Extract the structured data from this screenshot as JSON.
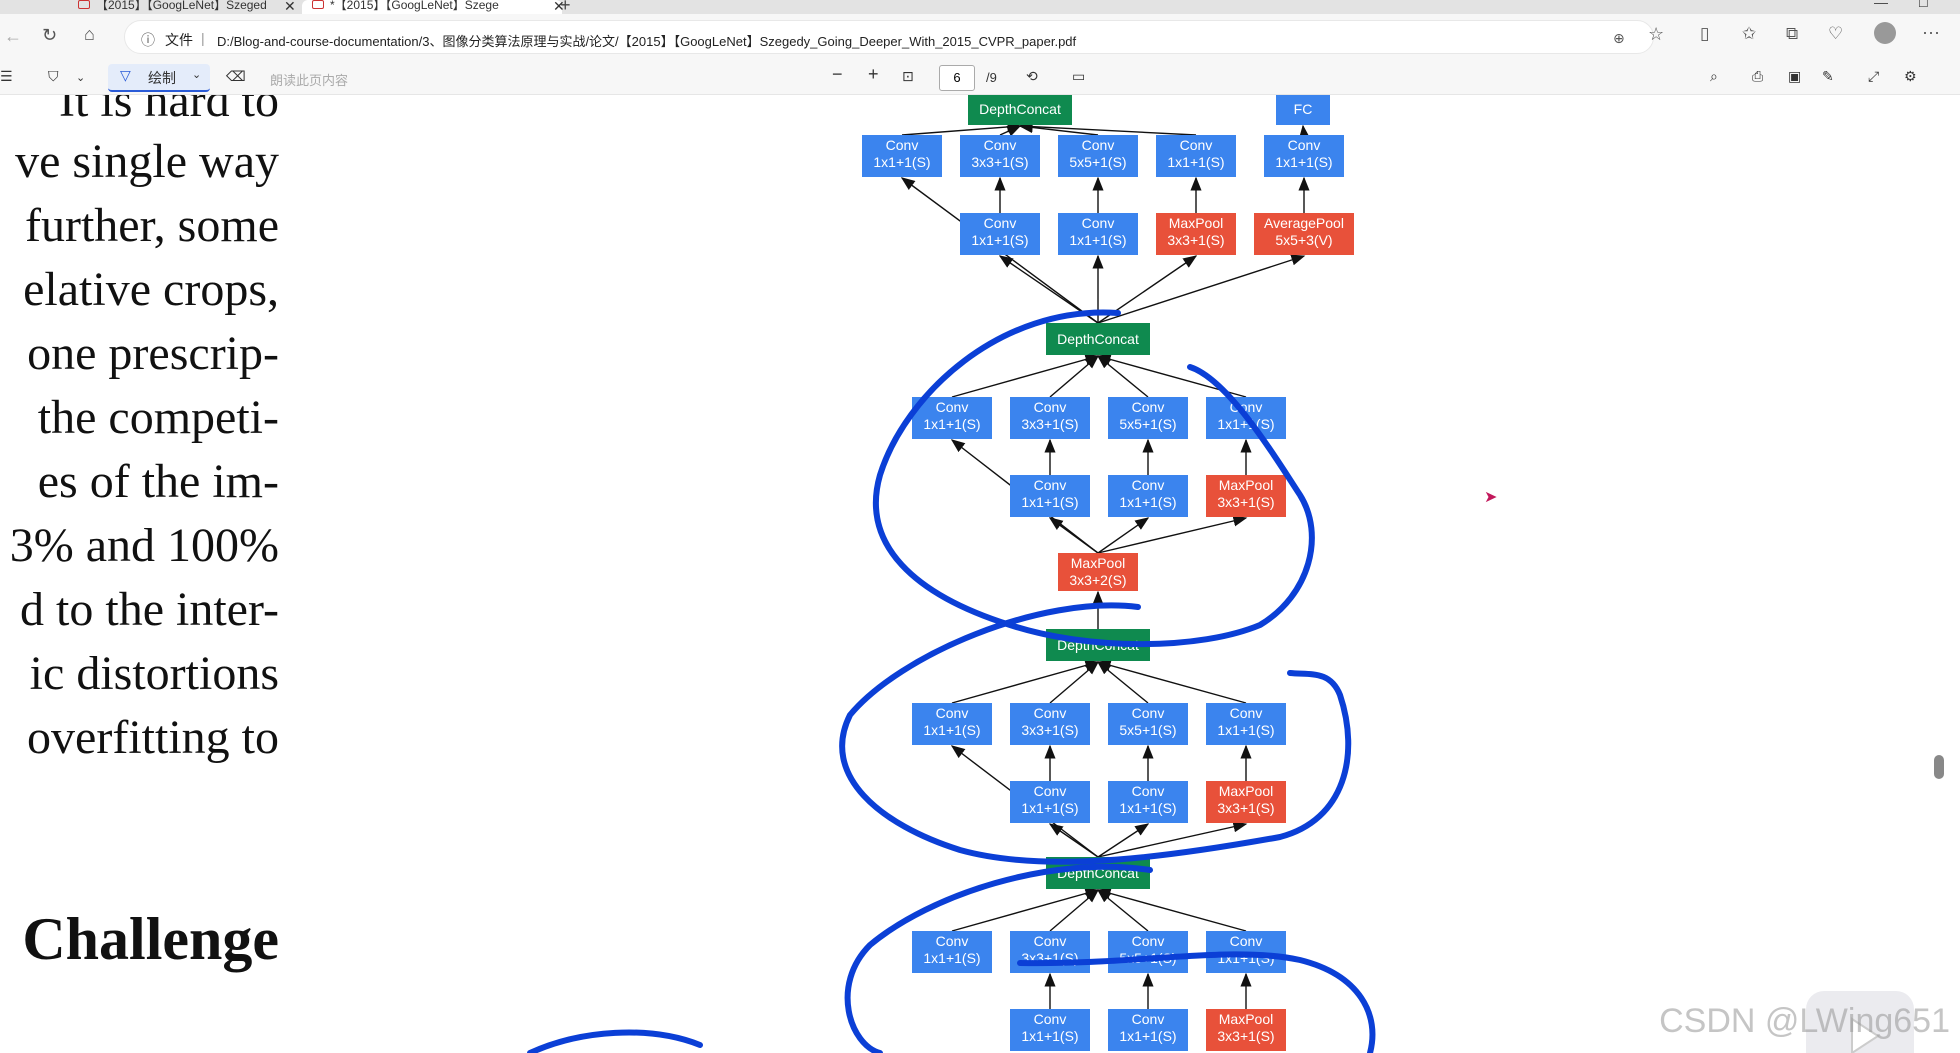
{
  "tabs": [
    {
      "label": "【2015】【GoogLeNet】Szeged"
    },
    {
      "label": "*【2015】【GoogLeNet】Szege"
    }
  ],
  "address": {
    "scheme_label": "文件",
    "url": "D:/Blog-and-course-documentation/3、图像分类算法原理与实战/论文/【2015】【GoogLeNet】Szegedy_Going_Deeper_With_2015_CVPR_paper.pdf"
  },
  "pdf_toolbar": {
    "draw_label": "绘制",
    "read_aloud_label": "朗读此页内容",
    "page_current": "6",
    "page_total": "/9"
  },
  "paper_lines": [
    "It is hard to",
    "ve single way",
    "further, some",
    "elative crops,",
    "one prescrip-",
    "the competi-",
    "es of the im-",
    "3% and 100%",
    "d to the inter-",
    "ic distortions",
    "overfitting to"
  ],
  "paper_heading": "Challenge",
  "diagram": {
    "nodes": [
      {
        "id": "dc_top",
        "type": "green",
        "lines": [
          "DepthConcat"
        ]
      },
      {
        "id": "fc",
        "type": "blue",
        "lines": [
          "FC"
        ]
      },
      {
        "id": "t_c1",
        "type": "blue",
        "lines": [
          "Conv",
          "1x1+1(S)"
        ]
      },
      {
        "id": "t_c3",
        "type": "blue",
        "lines": [
          "Conv",
          "3x3+1(S)"
        ]
      },
      {
        "id": "t_c5",
        "type": "blue",
        "lines": [
          "Conv",
          "5x5+1(S)"
        ]
      },
      {
        "id": "t_c1b",
        "type": "blue",
        "lines": [
          "Conv",
          "1x1+1(S)"
        ]
      },
      {
        "id": "aux_c",
        "type": "blue",
        "lines": [
          "Conv",
          "1x1+1(S)"
        ]
      },
      {
        "id": "t_r3",
        "type": "blue",
        "lines": [
          "Conv",
          "1x1+1(S)"
        ]
      },
      {
        "id": "t_r5",
        "type": "blue",
        "lines": [
          "Conv",
          "1x1+1(S)"
        ]
      },
      {
        "id": "t_mp",
        "type": "red",
        "lines": [
          "MaxPool",
          "3x3+1(S)"
        ]
      },
      {
        "id": "aux_ap",
        "type": "red",
        "lines": [
          "AveragePool",
          "5x5+3(V)"
        ]
      },
      {
        "id": "dc2",
        "type": "green",
        "lines": [
          "DepthConcat"
        ]
      },
      {
        "id": "m1_c1",
        "type": "blue",
        "lines": [
          "Conv",
          "1x1+1(S)"
        ]
      },
      {
        "id": "m1_c3",
        "type": "blue",
        "lines": [
          "Conv",
          "3x3+1(S)"
        ]
      },
      {
        "id": "m1_c5",
        "type": "blue",
        "lines": [
          "Conv",
          "5x5+1(S)"
        ]
      },
      {
        "id": "m1_c1b",
        "type": "blue",
        "lines": [
          "Conv",
          "1x1+1(S)"
        ]
      },
      {
        "id": "m1_r3",
        "type": "blue",
        "lines": [
          "Conv",
          "1x1+1(S)"
        ]
      },
      {
        "id": "m1_r5",
        "type": "blue",
        "lines": [
          "Conv",
          "1x1+1(S)"
        ]
      },
      {
        "id": "m1_mp",
        "type": "red",
        "lines": [
          "MaxPool",
          "3x3+1(S)"
        ]
      },
      {
        "id": "mp_s2",
        "type": "red",
        "lines": [
          "MaxPool",
          "3x3+2(S)"
        ]
      },
      {
        "id": "dc3",
        "type": "green",
        "lines": [
          "DepthConcat"
        ]
      },
      {
        "id": "m2_c1",
        "type": "blue",
        "lines": [
          "Conv",
          "1x1+1(S)"
        ]
      },
      {
        "id": "m2_c3",
        "type": "blue",
        "lines": [
          "Conv",
          "3x3+1(S)"
        ]
      },
      {
        "id": "m2_c5",
        "type": "blue",
        "lines": [
          "Conv",
          "5x5+1(S)"
        ]
      },
      {
        "id": "m2_c1b",
        "type": "blue",
        "lines": [
          "Conv",
          "1x1+1(S)"
        ]
      },
      {
        "id": "m2_r3",
        "type": "blue",
        "lines": [
          "Conv",
          "1x1+1(S)"
        ]
      },
      {
        "id": "m2_r5",
        "type": "blue",
        "lines": [
          "Conv",
          "1x1+1(S)"
        ]
      },
      {
        "id": "m2_mp",
        "type": "red",
        "lines": [
          "MaxPool",
          "3x3+1(S)"
        ]
      },
      {
        "id": "dc4",
        "type": "green",
        "lines": [
          "DepthConcat"
        ]
      },
      {
        "id": "m3_c1",
        "type": "blue",
        "lines": [
          "Conv",
          "1x1+1(S)"
        ]
      },
      {
        "id": "m3_c3",
        "type": "blue",
        "lines": [
          "Conv",
          "3x3+1(S)"
        ]
      },
      {
        "id": "m3_c5",
        "type": "blue",
        "lines": [
          "Conv",
          "5x5+1(S)"
        ]
      },
      {
        "id": "m3_c1b",
        "type": "blue",
        "lines": [
          "Conv",
          "1x1+1(S)"
        ]
      },
      {
        "id": "m3_r3",
        "type": "blue",
        "lines": [
          "Conv",
          "1x1+1(S)"
        ]
      },
      {
        "id": "m3_r5",
        "type": "blue",
        "lines": [
          "Conv",
          "1x1+1(S)"
        ]
      },
      {
        "id": "m3_mp",
        "type": "red",
        "lines": [
          "MaxPool",
          "3x3+1(S)"
        ]
      }
    ],
    "edges": [
      [
        "t_c1",
        "dc_top"
      ],
      [
        "t_c3",
        "dc_top"
      ],
      [
        "t_c5",
        "dc_top"
      ],
      [
        "t_c1b",
        "dc_top"
      ],
      [
        "t_r3",
        "t_c3"
      ],
      [
        "t_r5",
        "t_c5"
      ],
      [
        "t_mp",
        "t_c1b"
      ],
      [
        "aux_c",
        "fc"
      ],
      [
        "aux_ap",
        "aux_c"
      ],
      [
        "dc2",
        "t_c1"
      ],
      [
        "dc2",
        "t_r3"
      ],
      [
        "dc2",
        "t_r5"
      ],
      [
        "dc2",
        "t_mp"
      ],
      [
        "dc2",
        "aux_ap"
      ],
      [
        "m1_c1",
        "dc2"
      ],
      [
        "m1_c3",
        "dc2"
      ],
      [
        "m1_c5",
        "dc2"
      ],
      [
        "m1_c1b",
        "dc2"
      ],
      [
        "m1_r3",
        "m1_c3"
      ],
      [
        "m1_r5",
        "m1_c5"
      ],
      [
        "m1_mp",
        "m1_c1b"
      ],
      [
        "mp_s2",
        "m1_c1"
      ],
      [
        "mp_s2",
        "m1_r3"
      ],
      [
        "mp_s2",
        "m1_r5"
      ],
      [
        "mp_s2",
        "m1_mp"
      ],
      [
        "dc3",
        "mp_s2"
      ],
      [
        "m2_c1",
        "dc3"
      ],
      [
        "m2_c3",
        "dc3"
      ],
      [
        "m2_c5",
        "dc3"
      ],
      [
        "m2_c1b",
        "dc3"
      ],
      [
        "m2_r3",
        "m2_c3"
      ],
      [
        "m2_r5",
        "m2_c5"
      ],
      [
        "m2_mp",
        "m2_c1b"
      ],
      [
        "dc4",
        "m2_c1"
      ],
      [
        "dc4",
        "m2_r3"
      ],
      [
        "dc4",
        "m2_r5"
      ],
      [
        "dc4",
        "m2_mp"
      ],
      [
        "m3_c1",
        "dc4"
      ],
      [
        "m3_c3",
        "dc4"
      ],
      [
        "m3_c5",
        "dc4"
      ],
      [
        "m3_c1b",
        "dc4"
      ],
      [
        "m3_r3",
        "m3_c3"
      ],
      [
        "m3_r5",
        "m3_c5"
      ],
      [
        "m3_mp",
        "m3_c1b"
      ]
    ]
  },
  "watermark": "CSDN @LWing651",
  "colors": {
    "conv": "#3b84ee",
    "pool": "#e8513a",
    "concat": "#0f8a4f",
    "ink": "#0b3fd6"
  }
}
